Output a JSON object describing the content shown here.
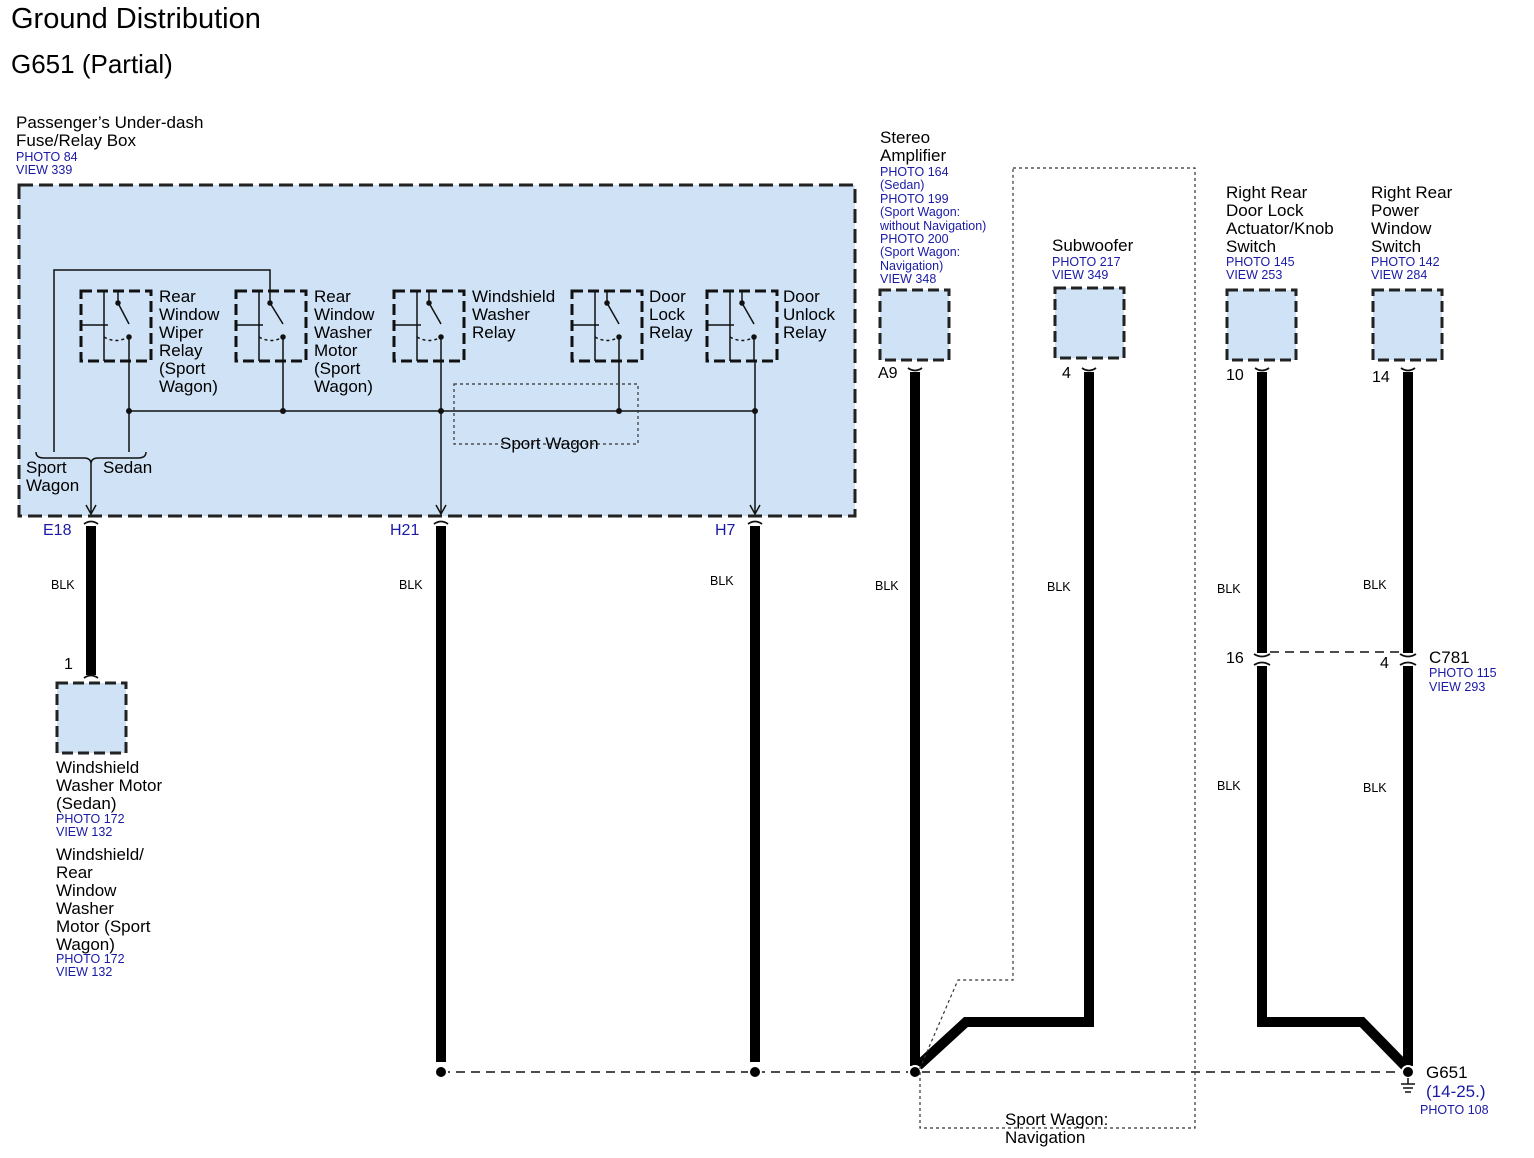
{
  "title": "Ground Distribution",
  "subtitle": "G651 (Partial)",
  "fuse_box": {
    "name": "Passenger’s Under-dash\nFuse/Relay Box",
    "photo": "PHOTO 84",
    "view": "VIEW 339",
    "relays": [
      {
        "label": "Rear\nWindow\nWiper\nRelay\n(Sport\nWagon)"
      },
      {
        "label": "Rear\nWindow\nWasher\nMotor\n(Sport\nWagon)"
      },
      {
        "label": "Windshield\nWasher\nRelay"
      },
      {
        "label": "Door\nLock\nRelay"
      },
      {
        "label": "Door\nUnlock\nRelay"
      }
    ],
    "option_sport_wagon": "Sport Wagon",
    "option_sport_label": "Sport\nWagon",
    "option_sedan_label": "Sedan",
    "pins": [
      "E18",
      "H21",
      "H7"
    ]
  },
  "wire_color": "BLK",
  "stereo_amplifier": {
    "name": "Stereo\nAmplifier",
    "refs": "PHOTO 164\n(Sedan)\nPHOTO 199\n(Sport Wagon:\nwithout Navigation)\nPHOTO 200\n(Sport Wagon:\nNavigation)\nVIEW 348",
    "pin": "A9"
  },
  "subwoofer": {
    "name": "Subwoofer",
    "photo": "PHOTO 217",
    "view": "VIEW 349",
    "pin": "4"
  },
  "door_lock_switch": {
    "name": "Right Rear\nDoor Lock\nActuator/Knob\nSwitch",
    "photo": "PHOTO 145",
    "view": "VIEW 253",
    "pin": "10",
    "connector_pin": "16"
  },
  "power_window_switch": {
    "name": "Right Rear\nPower\nWindow\nSwitch",
    "photo": "PHOTO 142",
    "view": "VIEW 284",
    "pin": "14",
    "connector_pin": "4"
  },
  "connector_c781": {
    "name": "C781",
    "photo": "PHOTO 115",
    "view": "VIEW 293"
  },
  "washer_motor": {
    "pin": "1",
    "sedan_name": "Windshield\nWasher Motor\n(Sedan)",
    "sedan_photo": "PHOTO 172",
    "sedan_view": "VIEW 132",
    "wagon_name": "Windshield/\nRear\nWindow\nWasher\nMotor (Sport\nWagon)",
    "wagon_photo": "PHOTO 172",
    "wagon_view": "VIEW 132"
  },
  "navigation_option": "Sport Wagon:\nNavigation",
  "ground": {
    "name": "G651",
    "ref": "(14-25.)",
    "photo": "PHOTO 108"
  },
  "colors": {
    "component_fill": "#cfe2f6",
    "reference_text": "#1a1aa6",
    "wire": "#000000"
  }
}
